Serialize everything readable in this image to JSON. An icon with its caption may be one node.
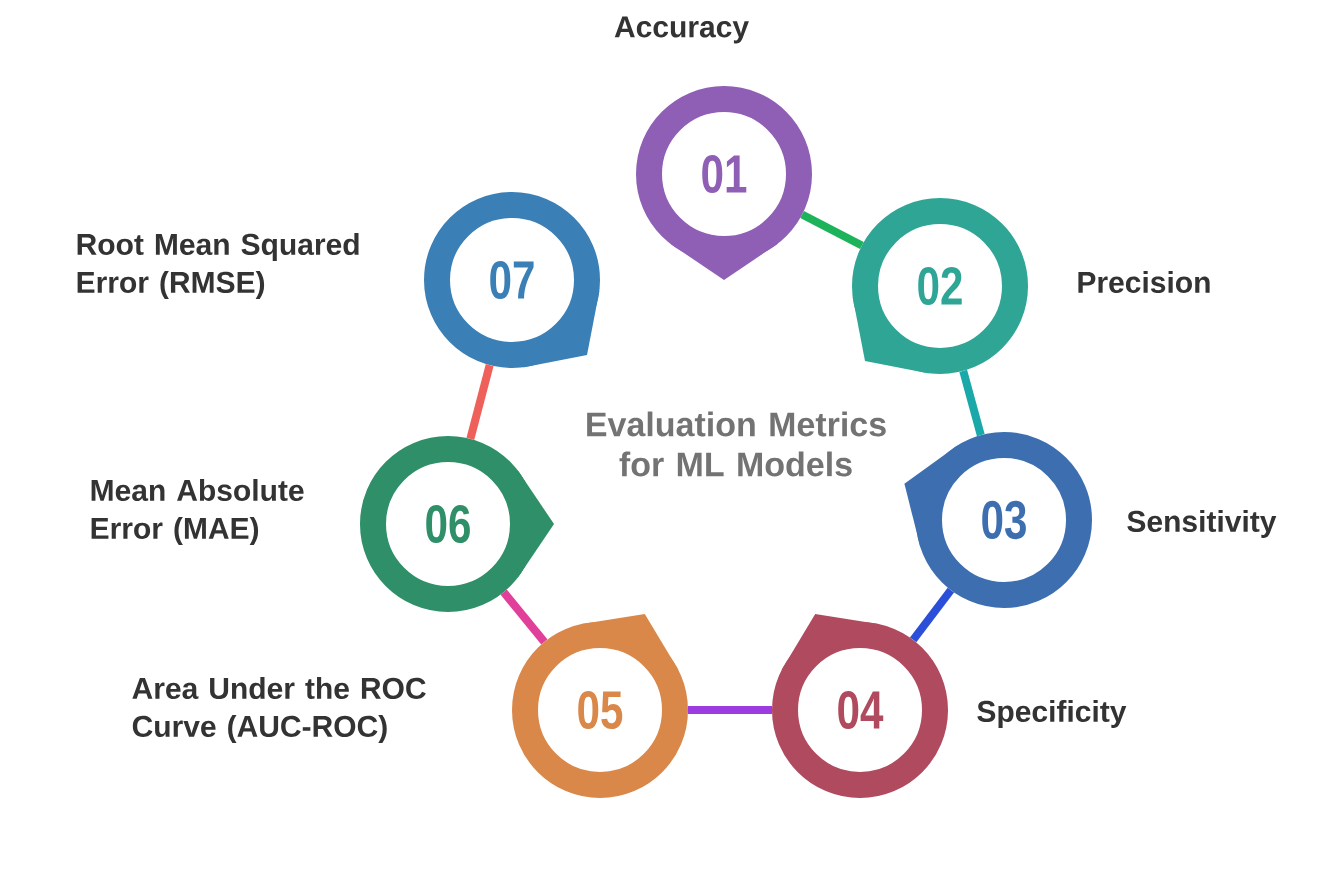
{
  "diagram": {
    "title": "Evaluation Metrics for ML Models",
    "nodes": [
      {
        "text": [
          "01"
        ],
        "beside": [
          "Accuracy"
        ]
      },
      {
        "text": [
          "02"
        ],
        "beside": [
          "Precision"
        ]
      },
      {
        "text": [
          "03"
        ],
        "beside": [
          "Sensitivity"
        ]
      },
      {
        "text": [
          "04"
        ],
        "beside": [
          "Specificity"
        ]
      },
      {
        "text": [
          "05"
        ],
        "beside": [
          "Area Under the ROC Curve (AUC-ROC)"
        ]
      },
      {
        "text": [
          "06"
        ],
        "beside": [
          "Mean Absolute Error (MAE)"
        ]
      },
      {
        "text": [
          "07"
        ],
        "beside": [
          "Root Mean Squared Error (RMSE)"
        ]
      }
    ],
    "edges": [
      {
        "from": 0,
        "to": 1,
        "arrow": "none",
        "color": "#1db35a"
      },
      {
        "from": 1,
        "to": 2,
        "arrow": "none",
        "color": "#1aa8a8"
      },
      {
        "from": 2,
        "to": 3,
        "arrow": "none",
        "color": "#2b4fd8"
      },
      {
        "from": 3,
        "to": 4,
        "arrow": "none",
        "color": "#9b3be0"
      },
      {
        "from": 4,
        "to": 5,
        "arrow": "none",
        "color": "#e0409a"
      },
      {
        "from": 5,
        "to": 6,
        "arrow": "none",
        "color": "#f0605a"
      }
    ]
  }
}
